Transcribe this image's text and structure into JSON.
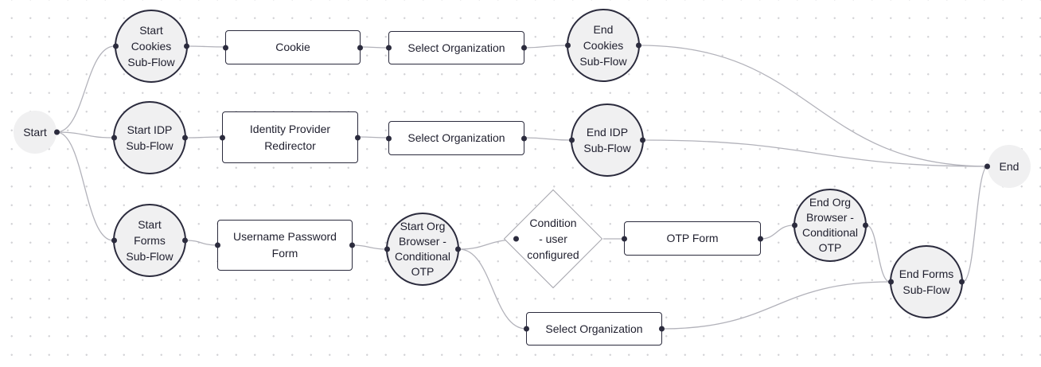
{
  "diagram": {
    "type": "authentication-flow-diagram",
    "colors": {
      "node_border": "#2b2b3d",
      "subflow_fill": "#f0f0f1",
      "step_fill": "#ffffff",
      "condition_border": "#a5a5ad",
      "edge": "#b2b2ba",
      "text": "#1f1f2e",
      "grid_dot": "#d3d3d6",
      "background": "#ffffff"
    },
    "nodes": {
      "start": {
        "label": "Start",
        "type": "start"
      },
      "start_cookies_subflow": {
        "label": "Start\nCookies\nSub-Flow",
        "type": "subflow-start"
      },
      "cookie": {
        "label": "Cookie",
        "type": "step"
      },
      "select_organization_cookies": {
        "label": "Select Organization",
        "type": "step"
      },
      "end_cookies_subflow": {
        "label": "End\nCookies\nSub-Flow",
        "type": "subflow-end"
      },
      "start_idp_subflow": {
        "label": "Start IDP\nSub-Flow",
        "type": "subflow-start"
      },
      "identity_provider_redirector": {
        "label": "Identity Provider\nRedirector",
        "type": "step"
      },
      "select_organization_idp": {
        "label": "Select Organization",
        "type": "step"
      },
      "end_idp_subflow": {
        "label": "End IDP\nSub-Flow",
        "type": "subflow-end"
      },
      "start_forms_subflow": {
        "label": "Start\nForms\nSub-Flow",
        "type": "subflow-start"
      },
      "username_password_form": {
        "label": "Username Password\nForm",
        "type": "step"
      },
      "start_org_browser_conditional_otp": {
        "label": "Start Org\nBrowser -\nConditional\nOTP",
        "type": "subflow-start"
      },
      "condition_user_configured": {
        "label": "Condition\n- user\nconfigured",
        "type": "condition"
      },
      "otp_form": {
        "label": "OTP Form",
        "type": "step"
      },
      "end_org_browser_conditional_otp": {
        "label": "End Org\nBrowser -\nConditional\nOTP",
        "type": "subflow-end"
      },
      "select_organization_forms": {
        "label": "Select Organization",
        "type": "step"
      },
      "end_forms_subflow": {
        "label": "End Forms\nSub-Flow",
        "type": "subflow-end"
      },
      "end": {
        "label": "End",
        "type": "end"
      }
    },
    "edges": [
      {
        "from": "start",
        "to": "start_cookies_subflow"
      },
      {
        "from": "start",
        "to": "start_idp_subflow"
      },
      {
        "from": "start",
        "to": "start_forms_subflow"
      },
      {
        "from": "start_cookies_subflow",
        "to": "cookie"
      },
      {
        "from": "cookie",
        "to": "select_organization_cookies"
      },
      {
        "from": "select_organization_cookies",
        "to": "end_cookies_subflow"
      },
      {
        "from": "end_cookies_subflow",
        "to": "end"
      },
      {
        "from": "start_idp_subflow",
        "to": "identity_provider_redirector"
      },
      {
        "from": "identity_provider_redirector",
        "to": "select_organization_idp"
      },
      {
        "from": "select_organization_idp",
        "to": "end_idp_subflow"
      },
      {
        "from": "end_idp_subflow",
        "to": "end"
      },
      {
        "from": "start_forms_subflow",
        "to": "username_password_form"
      },
      {
        "from": "username_password_form",
        "to": "start_org_browser_conditional_otp"
      },
      {
        "from": "start_org_browser_conditional_otp",
        "to": "condition_user_configured"
      },
      {
        "from": "start_org_browser_conditional_otp",
        "to": "select_organization_forms"
      },
      {
        "from": "condition_user_configured",
        "to": "otp_form"
      },
      {
        "from": "otp_form",
        "to": "end_org_browser_conditional_otp"
      },
      {
        "from": "end_org_browser_conditional_otp",
        "to": "end_forms_subflow"
      },
      {
        "from": "select_organization_forms",
        "to": "end_forms_subflow"
      },
      {
        "from": "end_forms_subflow",
        "to": "end"
      }
    ]
  }
}
